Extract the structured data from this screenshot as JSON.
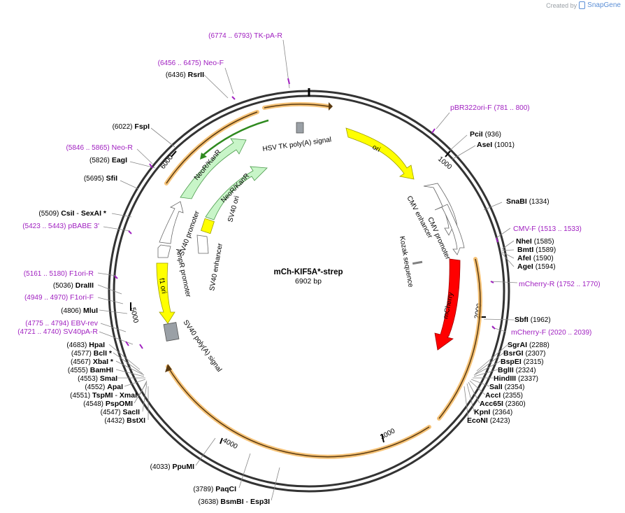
{
  "watermark": {
    "prefix": "Created by",
    "brand": "SnapGene"
  },
  "plasmid": {
    "name": "mCh-KIF5A*-strep",
    "length": "6902 bp"
  },
  "ticks": [
    "1000",
    "2000",
    "3000",
    "4000",
    "5000",
    "6000"
  ],
  "features": [
    {
      "name": "ori",
      "color": "#ffff00"
    },
    {
      "name": "CMV enhancer",
      "color": "#ffffff"
    },
    {
      "name": "CMV promoter",
      "color": "#ffffff"
    },
    {
      "name": "Kozak sequence",
      "color": "#808080"
    },
    {
      "name": "mCherry",
      "color": "#ff0000"
    },
    {
      "name": "SV40 poly(A) signal",
      "color": "#9aa0a6"
    },
    {
      "name": "f1 ori",
      "color": "#ffff00"
    },
    {
      "name": "AmpR promoter",
      "color": "#ffffff"
    },
    {
      "name": "SV40 promoter",
      "color": "#ffffff"
    },
    {
      "name": "NeoR/KanR",
      "color": "#c8f5c8"
    },
    {
      "name": "NeoR/KanR",
      "color": "#c8f5c8"
    },
    {
      "name": "SV40 ori",
      "color": "#ffff00"
    },
    {
      "name": "SV40 enhancer",
      "color": "#ffffff"
    },
    {
      "name": "HSV TK poly(A) signal",
      "color": "#9aa0a6"
    }
  ],
  "primers": [
    {
      "pos": "(6774 .. 6793)",
      "name": "TK-pA-R"
    },
    {
      "pos": "(6456 .. 6475)",
      "name": "Neo-F"
    },
    {
      "pos": "(781 .. 800)",
      "name": "pBR322ori-F"
    },
    {
      "pos": "(5846 .. 5865)",
      "name": "Neo-R"
    },
    {
      "pos": "(1513 .. 1533)",
      "name": "CMV-F"
    },
    {
      "pos": "(5423 .. 5443)",
      "name": "pBABE 3'"
    },
    {
      "pos": "(1752 .. 1770)",
      "name": "mCherry-R"
    },
    {
      "pos": "(5161 .. 5180)",
      "name": "F1ori-R"
    },
    {
      "pos": "(4949 .. 4970)",
      "name": "F1ori-F"
    },
    {
      "pos": "(2020 .. 2039)",
      "name": "mCherry-F"
    },
    {
      "pos": "(4775 .. 4794)",
      "name": "EBV-rev"
    },
    {
      "pos": "(4721 .. 4740)",
      "name": "SV40pA-R"
    }
  ],
  "enzymes": [
    {
      "pos": "(6436)",
      "name": "RsrII"
    },
    {
      "pos": "(6022)",
      "name": "FspI"
    },
    {
      "pos": "(5826)",
      "name": "EagI"
    },
    {
      "pos": "(5695)",
      "name": "SfiI"
    },
    {
      "pos": "(5509)",
      "name": "CsiI",
      "extra": "SexAI *"
    },
    {
      "pos": "(5036)",
      "name": "DraIII"
    },
    {
      "pos": "(4806)",
      "name": "MluI"
    },
    {
      "pos": "(4683)",
      "name": "HpaI"
    },
    {
      "pos": "(4577)",
      "name": "BclI *"
    },
    {
      "pos": "(4567)",
      "name": "XbaI *"
    },
    {
      "pos": "(4555)",
      "name": "BamHI"
    },
    {
      "pos": "(4553)",
      "name": "SmaI"
    },
    {
      "pos": "(4552)",
      "name": "ApaI"
    },
    {
      "pos": "(4551)",
      "name": "TspMI",
      "extra": "XmaI"
    },
    {
      "pos": "(4548)",
      "name": "PspOMI"
    },
    {
      "pos": "(4547)",
      "name": "SacII"
    },
    {
      "pos": "(4432)",
      "name": "BstXI"
    },
    {
      "pos": "(4033)",
      "name": "PpuMI"
    },
    {
      "pos": "(3789)",
      "name": "PaqCI"
    },
    {
      "pos": "(3638)",
      "name": "BsmBI",
      "extra": "Esp3I"
    },
    {
      "pos": "(936)",
      "name": "PciI"
    },
    {
      "pos": "(1001)",
      "name": "AseI"
    },
    {
      "pos": "(1334)",
      "name": "SnaBI"
    },
    {
      "pos": "(1585)",
      "name": "NheI"
    },
    {
      "pos": "(1589)",
      "name": "BmtI"
    },
    {
      "pos": "(1590)",
      "name": "AfeI"
    },
    {
      "pos": "(1594)",
      "name": "AgeI"
    },
    {
      "pos": "(1962)",
      "name": "SbfI"
    },
    {
      "pos": "(2288)",
      "name": "SgrAI"
    },
    {
      "pos": "(2307)",
      "name": "BsrGI"
    },
    {
      "pos": "(2315)",
      "name": "BspEI"
    },
    {
      "pos": "(2324)",
      "name": "BglII"
    },
    {
      "pos": "(2337)",
      "name": "HindIII"
    },
    {
      "pos": "(2354)",
      "name": "SalI"
    },
    {
      "pos": "(2355)",
      "name": "AccI"
    },
    {
      "pos": "(2360)",
      "name": "Acc65I"
    },
    {
      "pos": "(2364)",
      "name": "KpnI"
    },
    {
      "pos": "(2423)",
      "name": "EcoNI"
    }
  ]
}
